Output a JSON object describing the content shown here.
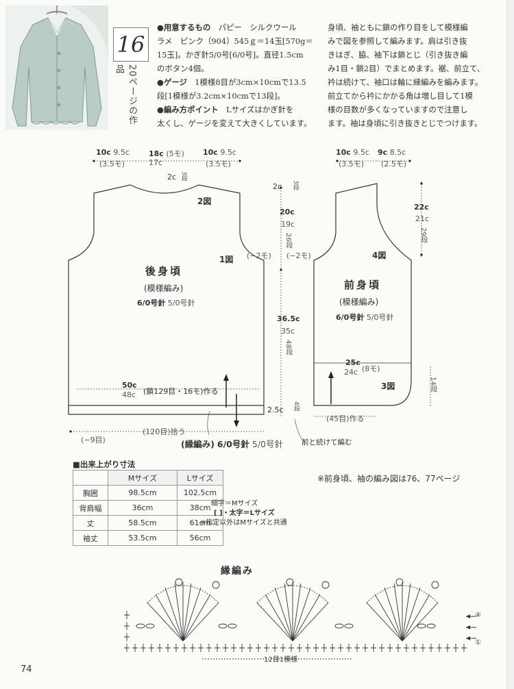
{
  "badge": {
    "number": "16",
    "vertical_label": "20ページの作品"
  },
  "materials": {
    "l1_head": "●用意するもの",
    "l1_text": "パピー　シルクウール",
    "l2": "ラメ　ピンク（904）545ｇ＝14玉[570g＝",
    "l3": "15玉]。かぎ針5/0号[6/0号]。直径1.5cm",
    "l4": "のボタン4個。",
    "l5_head": "●ゲージ",
    "l5_text": "1模様8目が3cm×10cmで13.5",
    "l6": "段[1模様が3.2cm×10cmで13段]。",
    "l7_head": "●編み方ポイント",
    "l7_text": "Lサイズはかぎ針を",
    "l8": "太くし、ゲージを変えて大きくしています。"
  },
  "notes": [
    "身頃、袖ともに鎖の作り目をして模様編",
    "みで図を参照して編みます。肩は引き抜",
    "きはぎ、脇、袖下は鎖とじ（引き抜き編",
    "み1目・鎖2目）でまとめます。裾、前立て、",
    "衿は続けて、袖口は輪に縁編みを編みます。",
    "前立てから衿にかかる角は増し目して1模",
    "様の目数が多くなっていますので注意し",
    "ます。袖は身頃に引き抜きとじでつけます。"
  ],
  "back": {
    "title": "後身頃",
    "sub": "(模様編み)",
    "needle_m": "6/0号針",
    "needle_l": "5/0号針",
    "top_left_m": "10c",
    "top_left_l": "9.5c",
    "top_left_p": "(3.5モ)",
    "neck_l": "18c",
    "neck_m": "17c",
    "neck_p": "(5モ)",
    "top_right_m": "10c",
    "top_right_l": "9.5c",
    "top_right_p": "(3.5モ)",
    "neck_depth": "2c",
    "neck_rows": "3段",
    "fig2": "2図",
    "fig1": "1図",
    "armhole_dec": "(−2モ)",
    "hem_m": "50c",
    "hem_l": "48c",
    "hem_chain": "(鎖129目・16モ)作る",
    "border_h": "2.5c",
    "border_rows": "4段",
    "minus9": "(−9目)",
    "pickup": "(120目)拾う",
    "edge_title": "(縁編み)",
    "edge_needle_m": "6/0号針",
    "edge_needle_l": "5/0号針",
    "continue_front": "前と続けて編む"
  },
  "side": {
    "top_c": "2c",
    "top_rows": "3段",
    "arm_m": "20c",
    "arm_l": "19c",
    "arm_rows": "26段",
    "body_m": "36.5c",
    "body_l": "35c",
    "body_rows": "48段"
  },
  "front": {
    "title": "前身頃",
    "sub": "(模様編み)",
    "needle_m": "6/0号針",
    "needle_l": "5/0号針",
    "top_left_m": "10c",
    "top_left_l": "9.5c",
    "top_left_p": "(3.5モ)",
    "top_right_m": "9c",
    "top_right_l": "8.5c",
    "top_right_p": "(2.5モ)",
    "armhole_dec": "(−2モ)",
    "fig4": "4図",
    "fig3": "3図",
    "neck_m": "22c",
    "neck_l": "21c",
    "neck_rows": "29段",
    "hem_m": "25c",
    "hem_l": "24c",
    "hem_p": "(8モ)",
    "corner_rows": "14段",
    "chain": "(45目)作る"
  },
  "sizes": {
    "heading": "■出来上がり寸法",
    "col_m": "Mサイズ",
    "col_l": "Lサイズ",
    "rows": [
      {
        "label": "胸囲",
        "m": "98.5cm",
        "l": "102.5cm"
      },
      {
        "label": "背肩幅",
        "m": "36cm",
        "l": "38cm"
      },
      {
        "label": "丈",
        "m": "58.5cm",
        "l": "61cm"
      },
      {
        "label": "袖丈",
        "m": "53.5cm",
        "l": "56cm"
      }
    ]
  },
  "legend": {
    "l1": "細字＝Mサイズ",
    "l2": "[ ]・太字＝Lサイズ",
    "l3": "※指定以外はMサイズと共通"
  },
  "ref": "※前身頃、袖の編み図は76、77ページ",
  "edge_chart": {
    "title": "縁編み",
    "repeat": "12目1模様",
    "row4": "④",
    "row1": "①"
  },
  "page_number": "74"
}
